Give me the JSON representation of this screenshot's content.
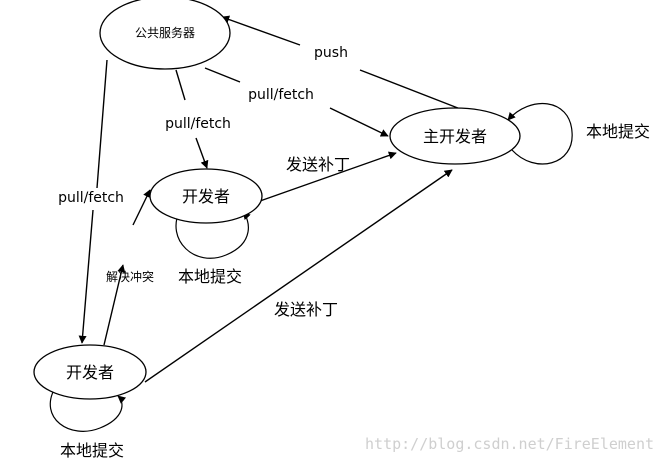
{
  "nodes": {
    "public_server": "公共服务器",
    "main_dev": "主开发者",
    "dev_upper": "开发者",
    "dev_lower": "开发者"
  },
  "edges": {
    "push": "push",
    "pull_fetch_main": "pull/fetch",
    "pull_fetch_upper": "pull/fetch",
    "pull_fetch_lower": "pull/fetch",
    "send_patch_upper": "发送补丁",
    "send_patch_lower": "发送补丁",
    "resolve_conflict": "解决冲突"
  },
  "loops": {
    "main_dev": "本地提交",
    "dev_upper": "本地提交",
    "dev_lower": "本地提交"
  },
  "watermark": "http://blog.csdn.net/FireElement"
}
